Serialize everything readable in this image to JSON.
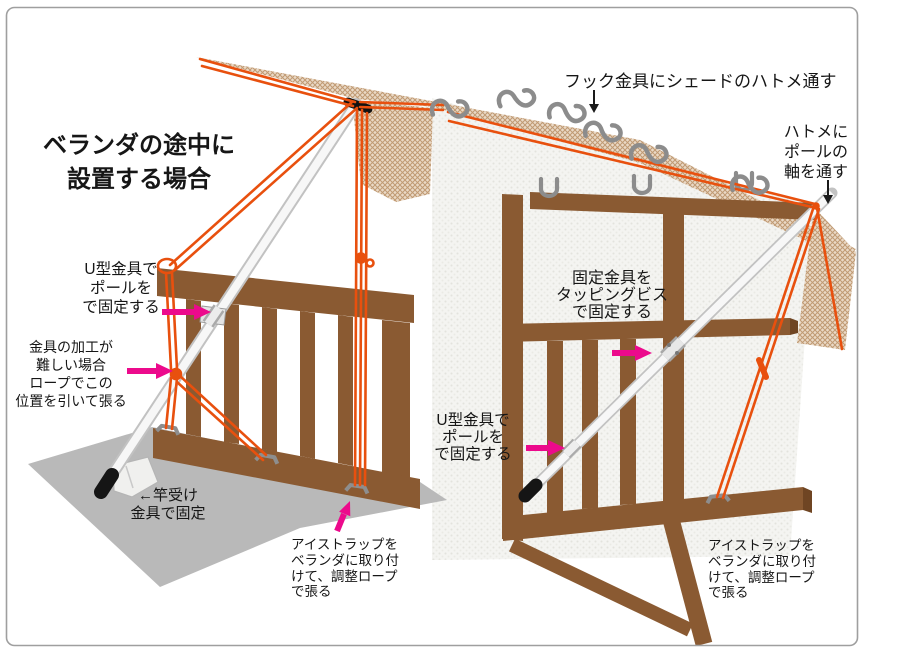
{
  "title": "ベランダの途中に\n設置する場合",
  "labels": {
    "hook_top": "フック金具にシェードのハトメ通す",
    "hatome": "ハトメに\nポールの\n軸を通す",
    "u_bracket_left": "U型金具で\nポールを\nで固定する",
    "rope_position": "金具の加工が\n難しい場合\nロープでこの\n位置を引いて張る",
    "pole_holder": "←竿受け\n金具で固定",
    "eye_strap_left": "アイストラップを\nベランダに取り付\nけて、調整ロープ\nで張る",
    "fixing_bracket": "固定金具を\nタッピングビス\nで固定する",
    "u_bracket_right": "U型金具で\nポールを\nで固定する",
    "eye_strap_right": "アイストラップを\nベランダに取り付\nけて、調整ロープ\nで張る"
  },
  "colors": {
    "rope_orange": "#e8500e",
    "wood_brown": "#8a5a32",
    "wood_dark": "#6f4523",
    "shade_tan": "#ead9c6",
    "shade_hatch": "#c09a73",
    "floor_gray": "#b9b9b9",
    "arrow_magenta": "#ec0a8c",
    "metal_gray": "#8c8c8c",
    "text_black": "#1a1a1a",
    "border_gray": "#9f9f9f"
  }
}
